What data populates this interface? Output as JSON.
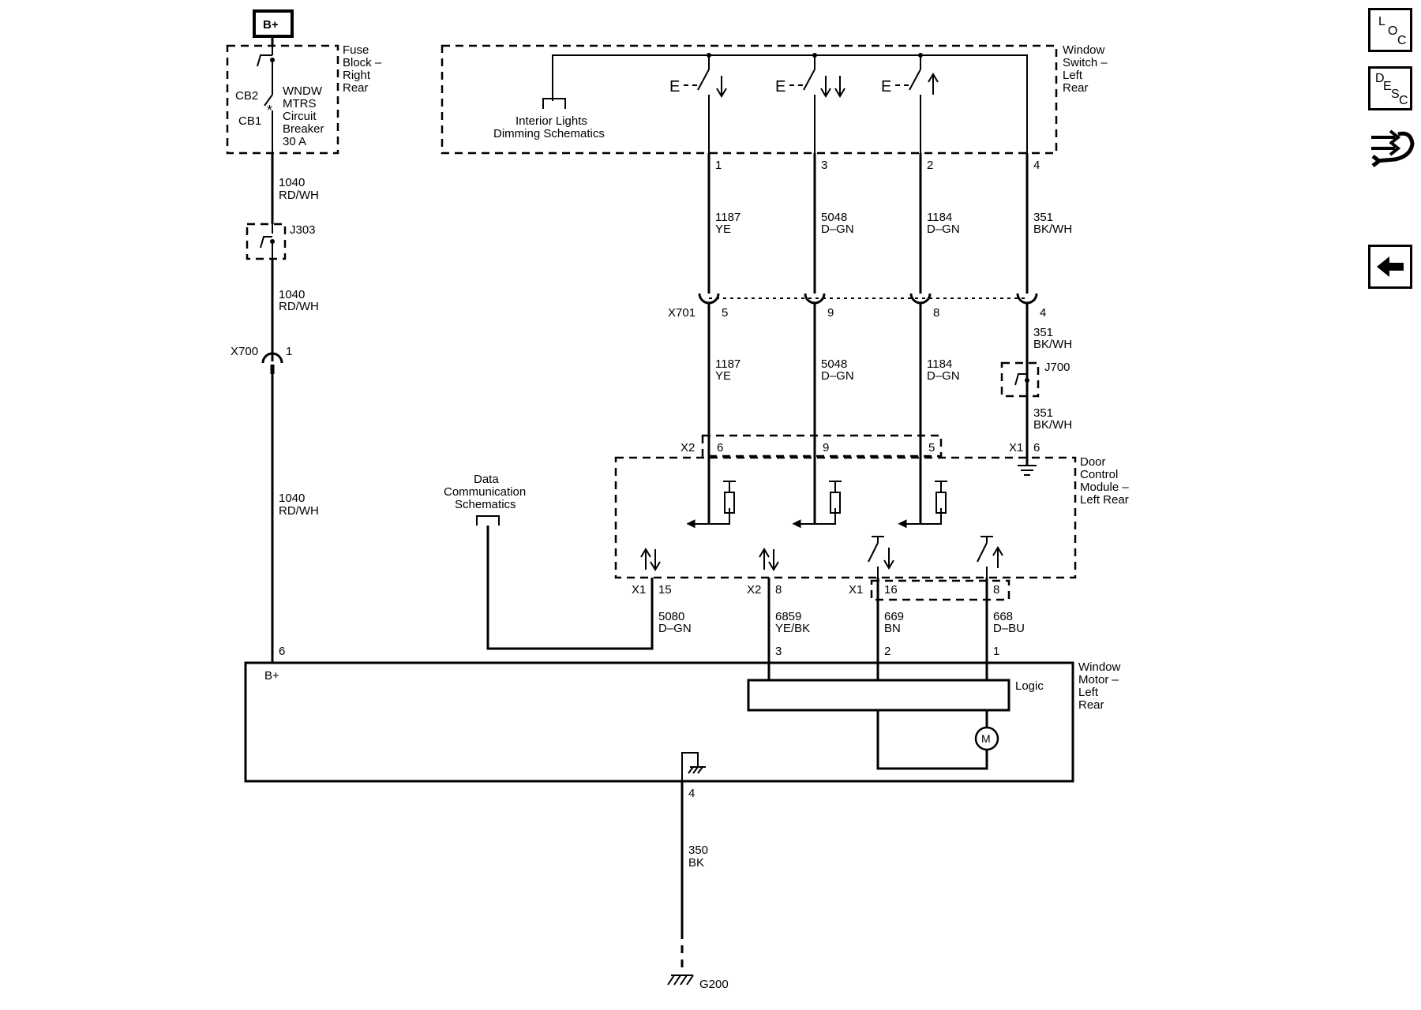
{
  "battery": "B+",
  "fuse_block": {
    "name": [
      "Fuse",
      "Block –",
      "Right",
      "Rear"
    ],
    "cb2": "CB2",
    "cb1": "CB1",
    "breaker": [
      "WNDW",
      "MTRS",
      "Circuit",
      "Breaker",
      "30 A"
    ]
  },
  "feed": {
    "w1": [
      "1040",
      "RD/WH"
    ],
    "j303": "J303",
    "w2": [
      "1040",
      "RD/WH"
    ],
    "x700": "X700",
    "x700_pin": "1",
    "w3": [
      "1040",
      "RD/WH"
    ]
  },
  "switch": {
    "name": [
      "Window",
      "Switch –",
      "Left",
      "Rear"
    ],
    "interior_ref": [
      "Interior Lights",
      "Dimming Schematics"
    ],
    "e_label": "E",
    "pins": [
      "1",
      "3",
      "2",
      "4"
    ],
    "wires_top": [
      [
        "1187",
        "YE"
      ],
      [
        "5048",
        "D–GN"
      ],
      [
        "1184",
        "D–GN"
      ],
      [
        "351",
        "BK/WH"
      ]
    ]
  },
  "x701": {
    "name": "X701",
    "pins": [
      "5",
      "9",
      "8",
      "4"
    ],
    "wires": [
      [
        "1187",
        "YE"
      ],
      [
        "5048",
        "D–GN"
      ],
      [
        "1184",
        "D–GN"
      ]
    ]
  },
  "ground_branch": {
    "w1": [
      "351",
      "BK/WH"
    ],
    "j700": "J700",
    "w2": [
      "351",
      "BK/WH"
    ]
  },
  "dcm": {
    "name": [
      "Door",
      "Control",
      "Module –",
      "Left Rear"
    ],
    "x2": "X2",
    "x2_pins": [
      "6",
      "9",
      "5"
    ],
    "x1": "X1",
    "x1_pin": "6",
    "bottom": [
      {
        "conn": "X1",
        "pin": "15",
        "wire": [
          "5080",
          "D–GN"
        ]
      },
      {
        "conn": "X2",
        "pin": "8",
        "wire": [
          "6859",
          "YE/BK"
        ]
      },
      {
        "conn": "X1",
        "pin": "16",
        "wire": [
          "669",
          "BN"
        ]
      },
      {
        "conn": "",
        "pin": "8",
        "wire": [
          "668",
          "D–BU"
        ]
      }
    ]
  },
  "data_comm": [
    "Data",
    "Communication",
    "Schematics"
  ],
  "motor": {
    "name": [
      "Window",
      "Motor –",
      "Left",
      "Rear"
    ],
    "bplus": "B+",
    "logic": "Logic",
    "m": "M",
    "pins": [
      "6",
      "3",
      "2",
      "1",
      "4"
    ]
  },
  "ground": {
    "wire": [
      "350",
      "BK"
    ],
    "name": "G200"
  },
  "nav": {
    "loc": [
      "L",
      "O",
      "C"
    ],
    "desc": [
      "D",
      "E",
      "S",
      "C"
    ]
  }
}
